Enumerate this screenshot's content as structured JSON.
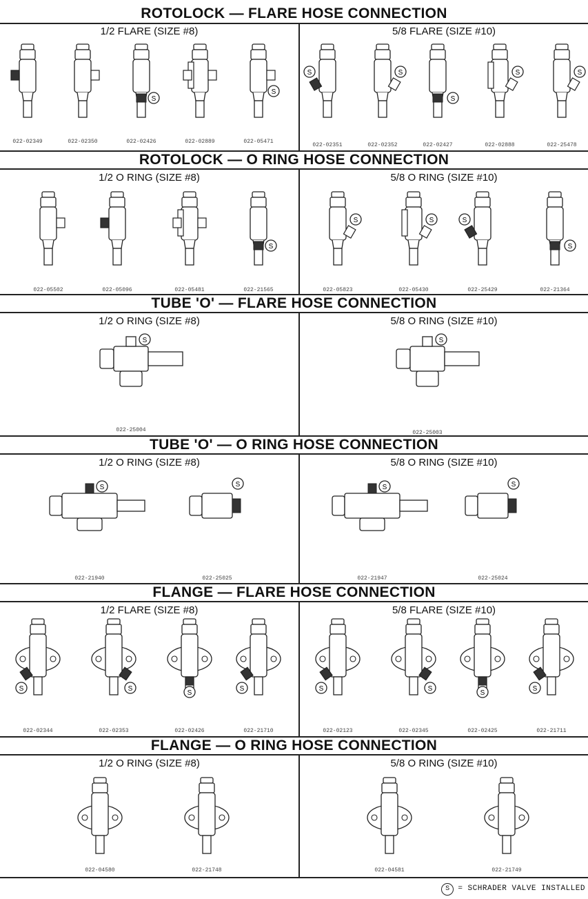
{
  "sections": [
    {
      "title": "ROTOLOCK — FLARE HOSE CONNECTION",
      "left": {
        "label": "1/2 FLARE (SIZE #8)",
        "parts": [
          "022-02349",
          "022-02350",
          "022-02426",
          "022-02889",
          "022-05471"
        ]
      },
      "right": {
        "label": "5/8 FLARE (SIZE #10)",
        "parts": [
          "022-02351",
          "022-02352",
          "022-02427",
          "022-02888",
          "022-25478"
        ]
      }
    },
    {
      "title": "ROTOLOCK — O RING HOSE CONNECTION",
      "left": {
        "label": "1/2 O RING (SIZE #8)",
        "parts": [
          "022-05502",
          "022-05096",
          "022-05481",
          "022-21565"
        ]
      },
      "right": {
        "label": "5/8 O RING (SIZE #10)",
        "parts": [
          "022-05823",
          "022-05430",
          "022-25429",
          "022-21364"
        ]
      }
    },
    {
      "title": "TUBE 'O' — FLARE HOSE CONNECTION",
      "left": {
        "label": "1/2 O RING (SIZE #8)",
        "parts": [
          "022-25004"
        ]
      },
      "right": {
        "label": "5/8 O RING (SIZE #10)",
        "parts": [
          "022-25003"
        ]
      }
    },
    {
      "title": "TUBE 'O' — O RING HOSE CONNECTION",
      "left": {
        "label": "1/2 O RING (SIZE #8)",
        "parts": [
          "022-21940",
          "022-25025"
        ]
      },
      "right": {
        "label": "5/8 O RING (SIZE #10)",
        "parts": [
          "022-21947",
          "022-25024"
        ]
      }
    },
    {
      "title": "FLANGE — FLARE HOSE CONNECTION",
      "left": {
        "label": "1/2 FLARE (SIZE #8)",
        "parts": [
          "022-02344",
          "022-02353",
          "022-02426",
          "022-21710"
        ]
      },
      "right": {
        "label": "5/8 FLARE (SIZE #10)",
        "parts": [
          "022-02123",
          "022-02345",
          "022-02425",
          "022-21711"
        ]
      }
    },
    {
      "title": "FLANGE — O RING HOSE CONNECTION",
      "left": {
        "label": "1/2 O RING (SIZE #8)",
        "parts": [
          "022-04580",
          "022-21748"
        ]
      },
      "right": {
        "label": "5/8 O RING (SIZE #10)",
        "parts": [
          "022-04581",
          "022-21749"
        ]
      }
    }
  ],
  "legend": {
    "symbol": "S",
    "text": "= SCHRADER VALVE INSTALLED"
  }
}
